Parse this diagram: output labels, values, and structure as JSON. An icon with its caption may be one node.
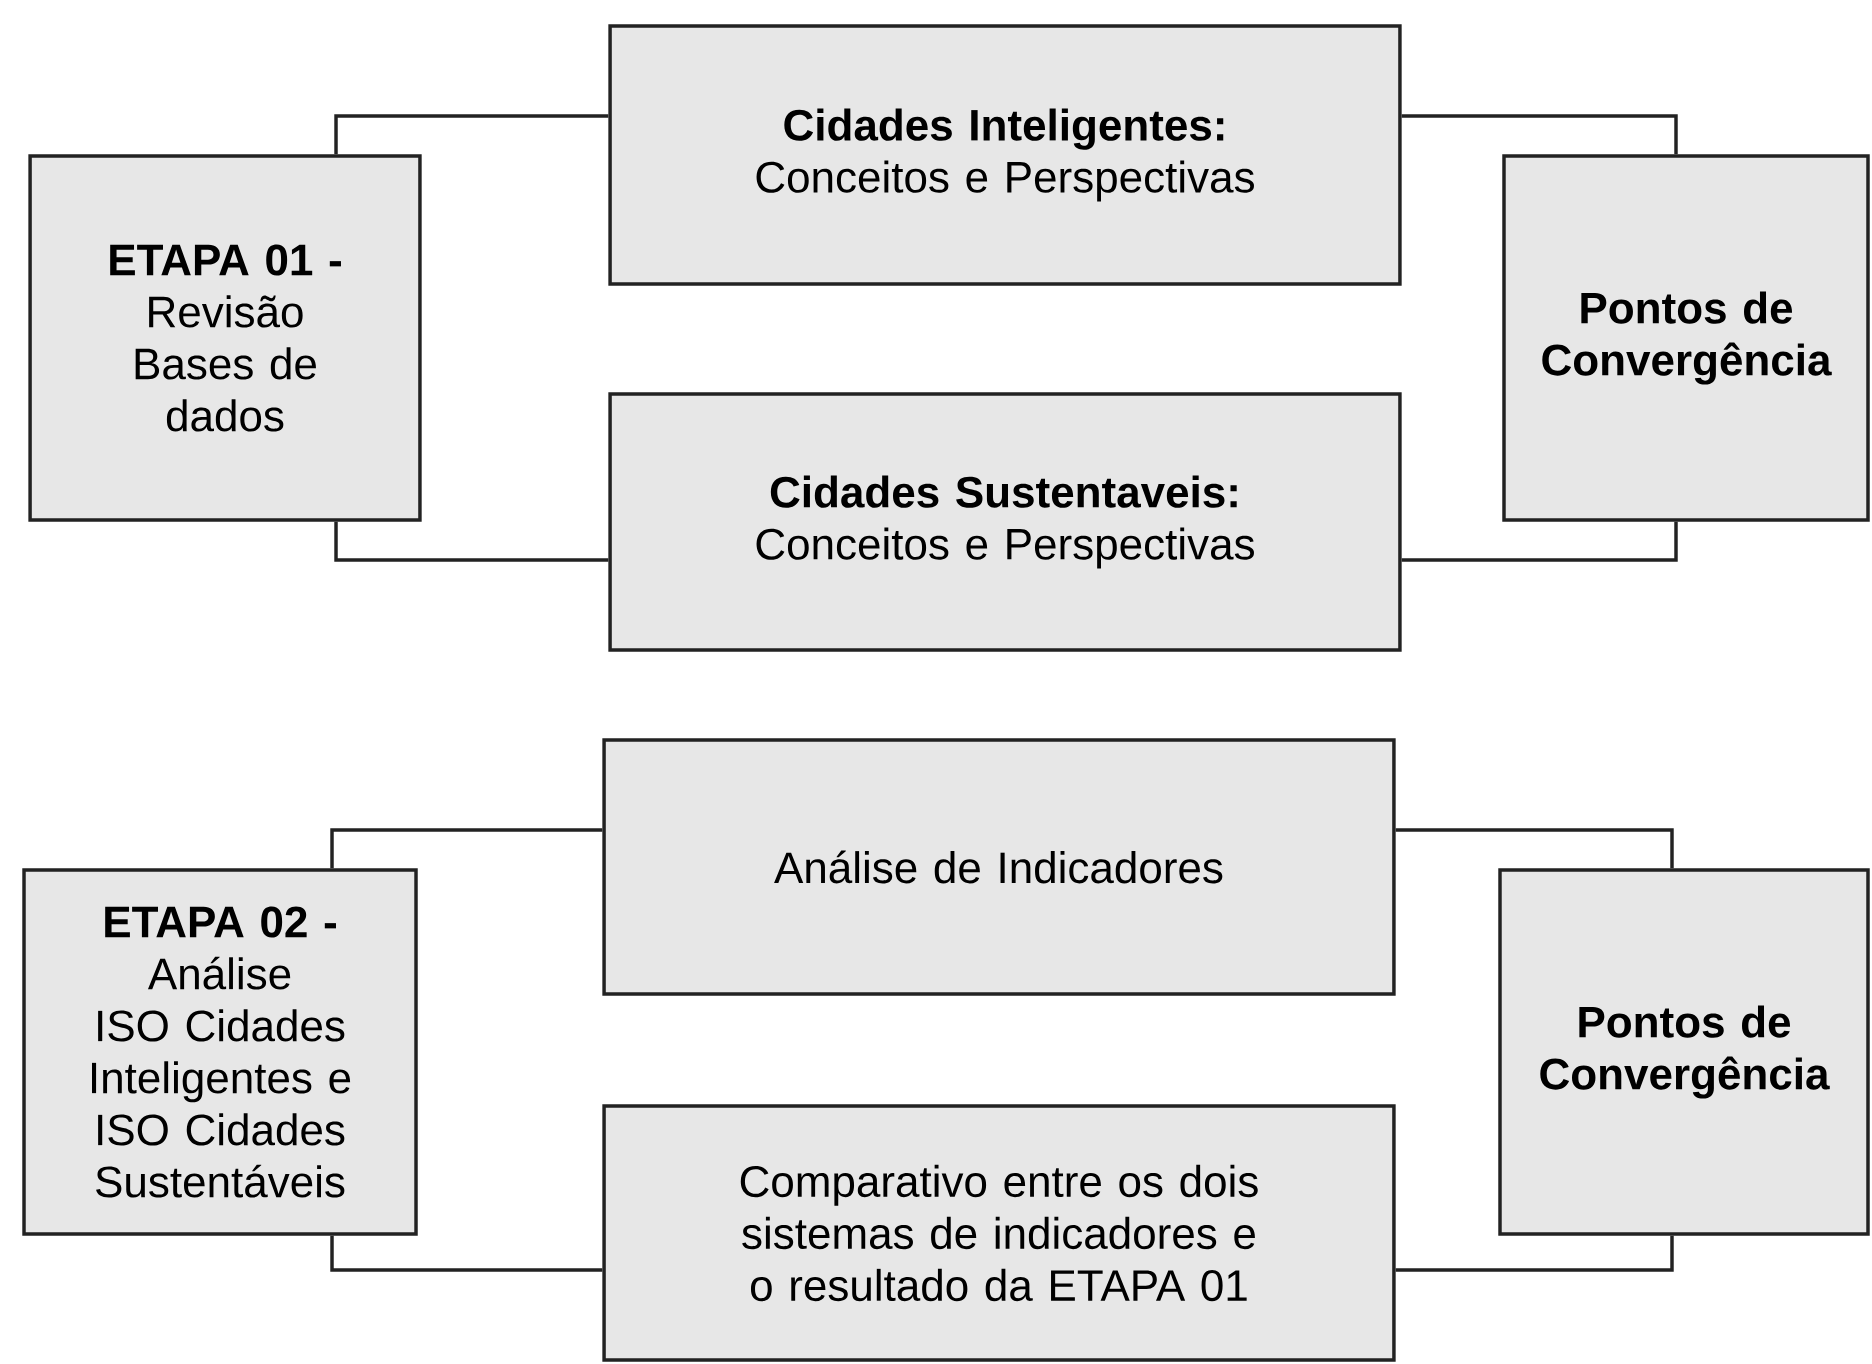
{
  "diagram": {
    "nodes": [
      {
        "text": [
          "ETAPA 01 -",
          "Revisão",
          "Bases de dados"
        ]
      },
      {
        "text": [
          "Cidades Inteligentes:",
          "Conceitos e Perspectivas"
        ]
      },
      {
        "text": [
          "Cidades Sustentaveis:",
          "Conceitos e Perspectivas"
        ]
      },
      {
        "text": [
          "Pontos de Convergência"
        ]
      },
      {
        "text": [
          "ETAPA 02 -",
          "Análise",
          "ISO Cidades Inteligentes e ISO Cidades Sustentáveis"
        ]
      },
      {
        "text": [
          "Análise de Indicadores"
        ]
      },
      {
        "text": [
          "Comparativo entre os dois sistemas de indicadores e o resultado da ETAPA 01"
        ]
      },
      {
        "text": [
          "Pontos de Convergência"
        ]
      }
    ],
    "edges": [
      {
        "from": 0,
        "to": 1,
        "arrow": "none"
      },
      {
        "from": 0,
        "to": 2,
        "arrow": "none"
      },
      {
        "from": 1,
        "to": 3,
        "arrow": "none"
      },
      {
        "from": 2,
        "to": 3,
        "arrow": "none"
      },
      {
        "from": 4,
        "to": 5,
        "arrow": "none"
      },
      {
        "from": 4,
        "to": 6,
        "arrow": "none"
      },
      {
        "from": 5,
        "to": 7,
        "arrow": "none"
      },
      {
        "from": 6,
        "to": 7,
        "arrow": "none"
      }
    ]
  }
}
